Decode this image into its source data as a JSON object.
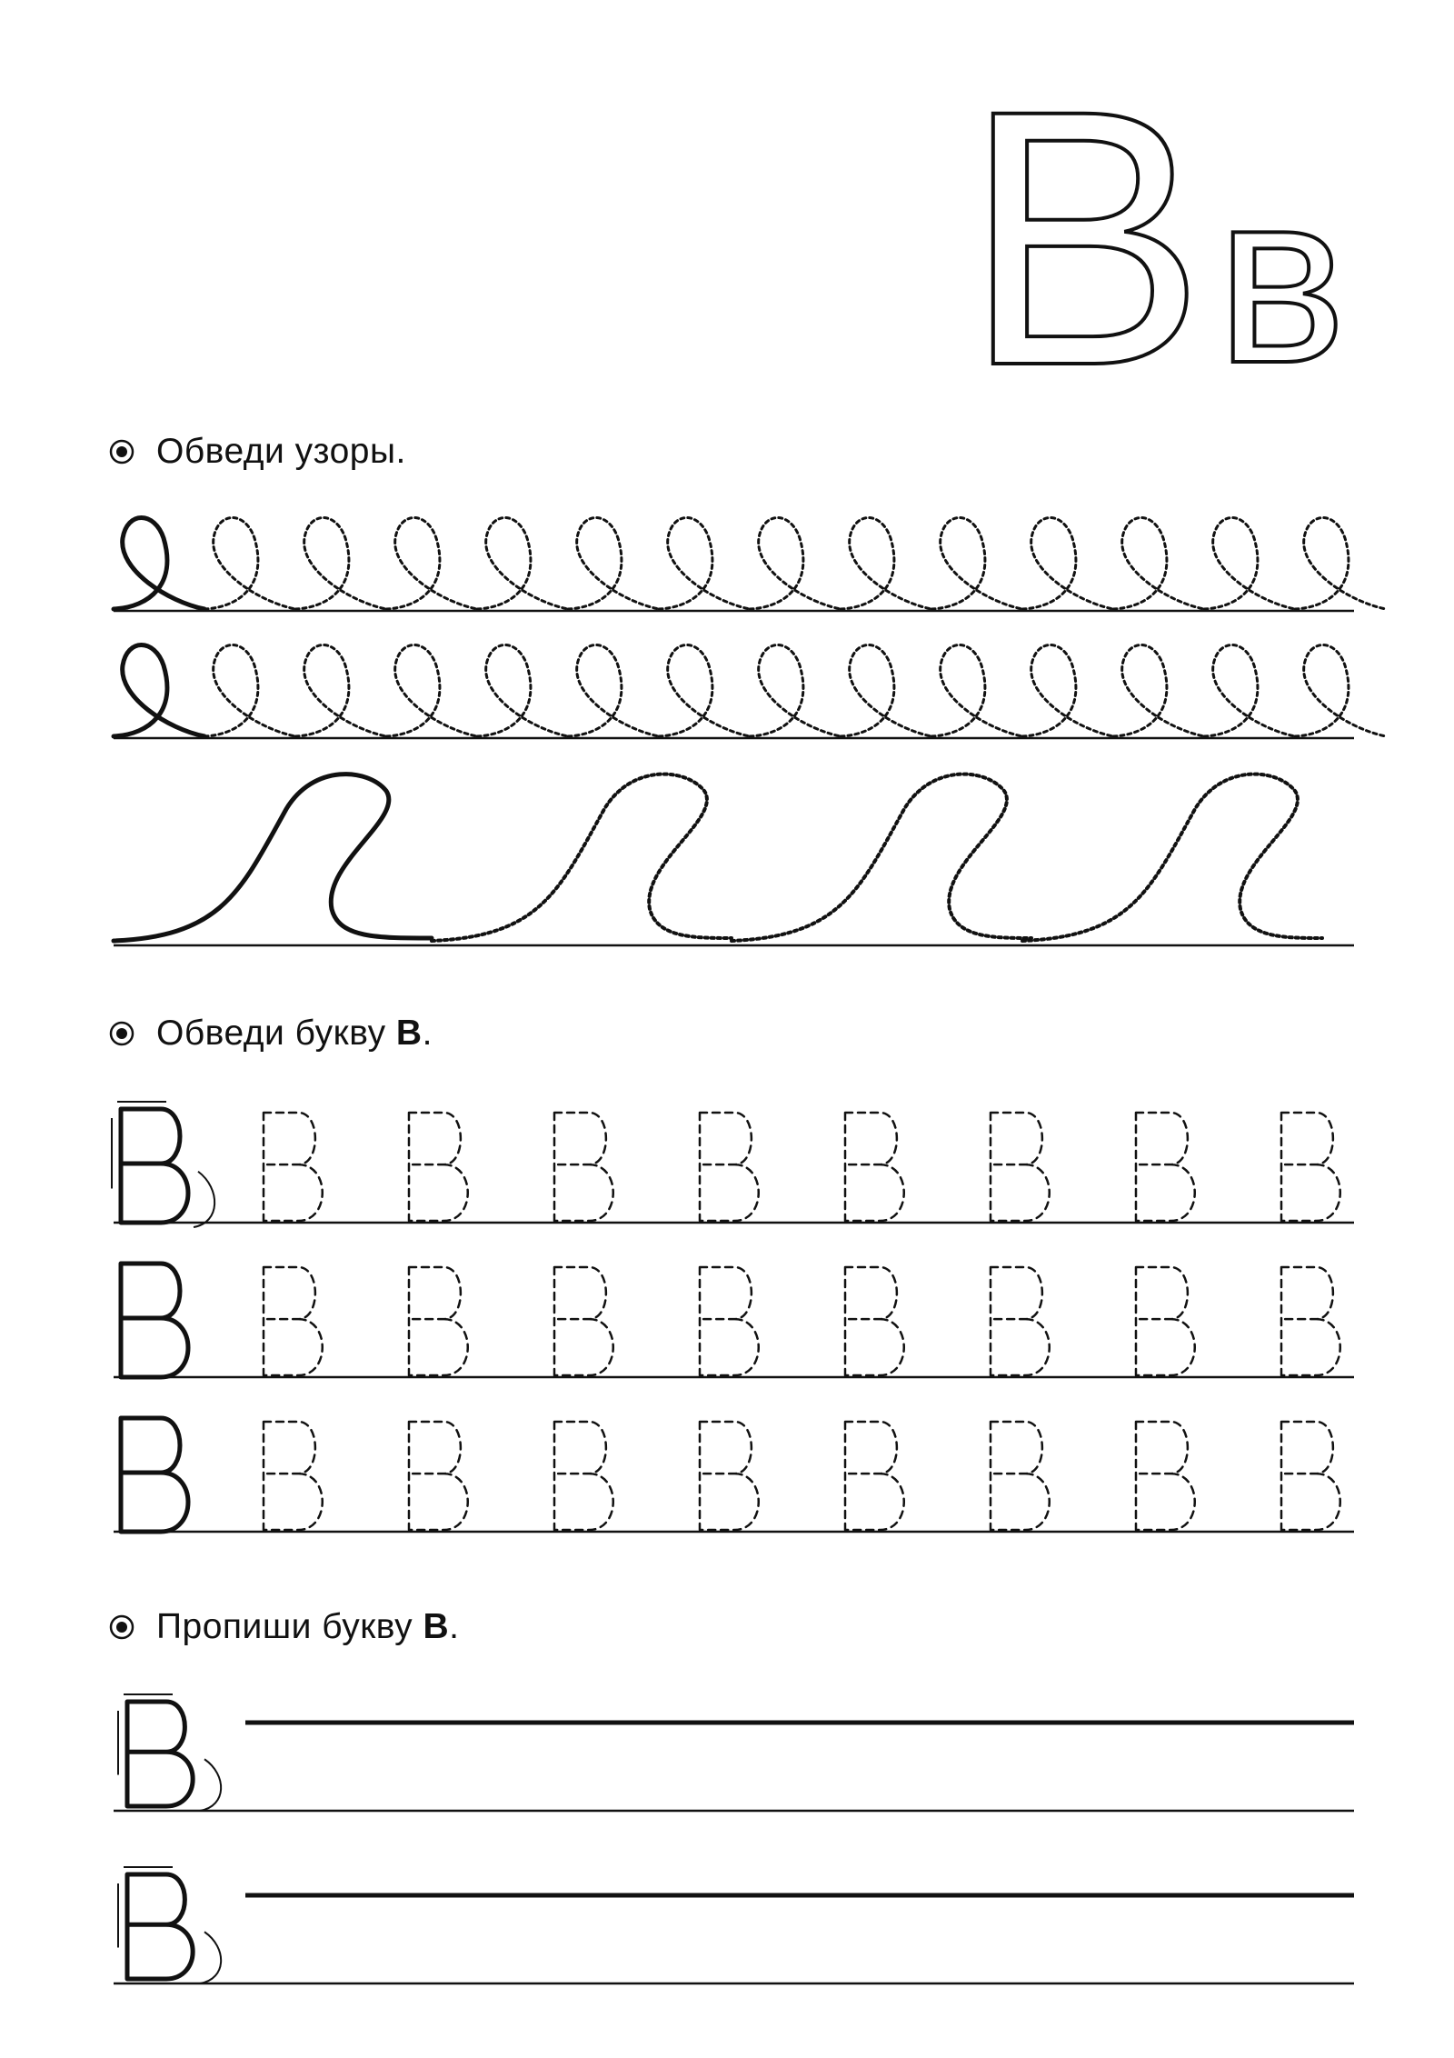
{
  "header": {
    "uppercase_letter": "B",
    "lowercase_letter": "в"
  },
  "sections": [
    {
      "id": "trace-patterns",
      "text": "Обведи узоры."
    },
    {
      "id": "trace-letter",
      "text_before": "Обведи букву",
      "letter": "В",
      "text_after": "."
    },
    {
      "id": "write-letter",
      "text_before": "Пропиши букву",
      "letter": "В",
      "text_after": "."
    }
  ],
  "worksheet": {
    "loop_rows": [
      {
        "loops": 14
      },
      {
        "loops": 14
      }
    ],
    "wave_row": {
      "waves": 4
    },
    "letter_rows": [
      {
        "letters": 9,
        "style": "guided"
      },
      {
        "letters": 9,
        "style": "plain"
      },
      {
        "letters": 9,
        "style": "plain"
      }
    ],
    "write_rows": [
      {
        "style": "guided"
      },
      {
        "style": "guided"
      }
    ],
    "line_color": "#111111"
  }
}
